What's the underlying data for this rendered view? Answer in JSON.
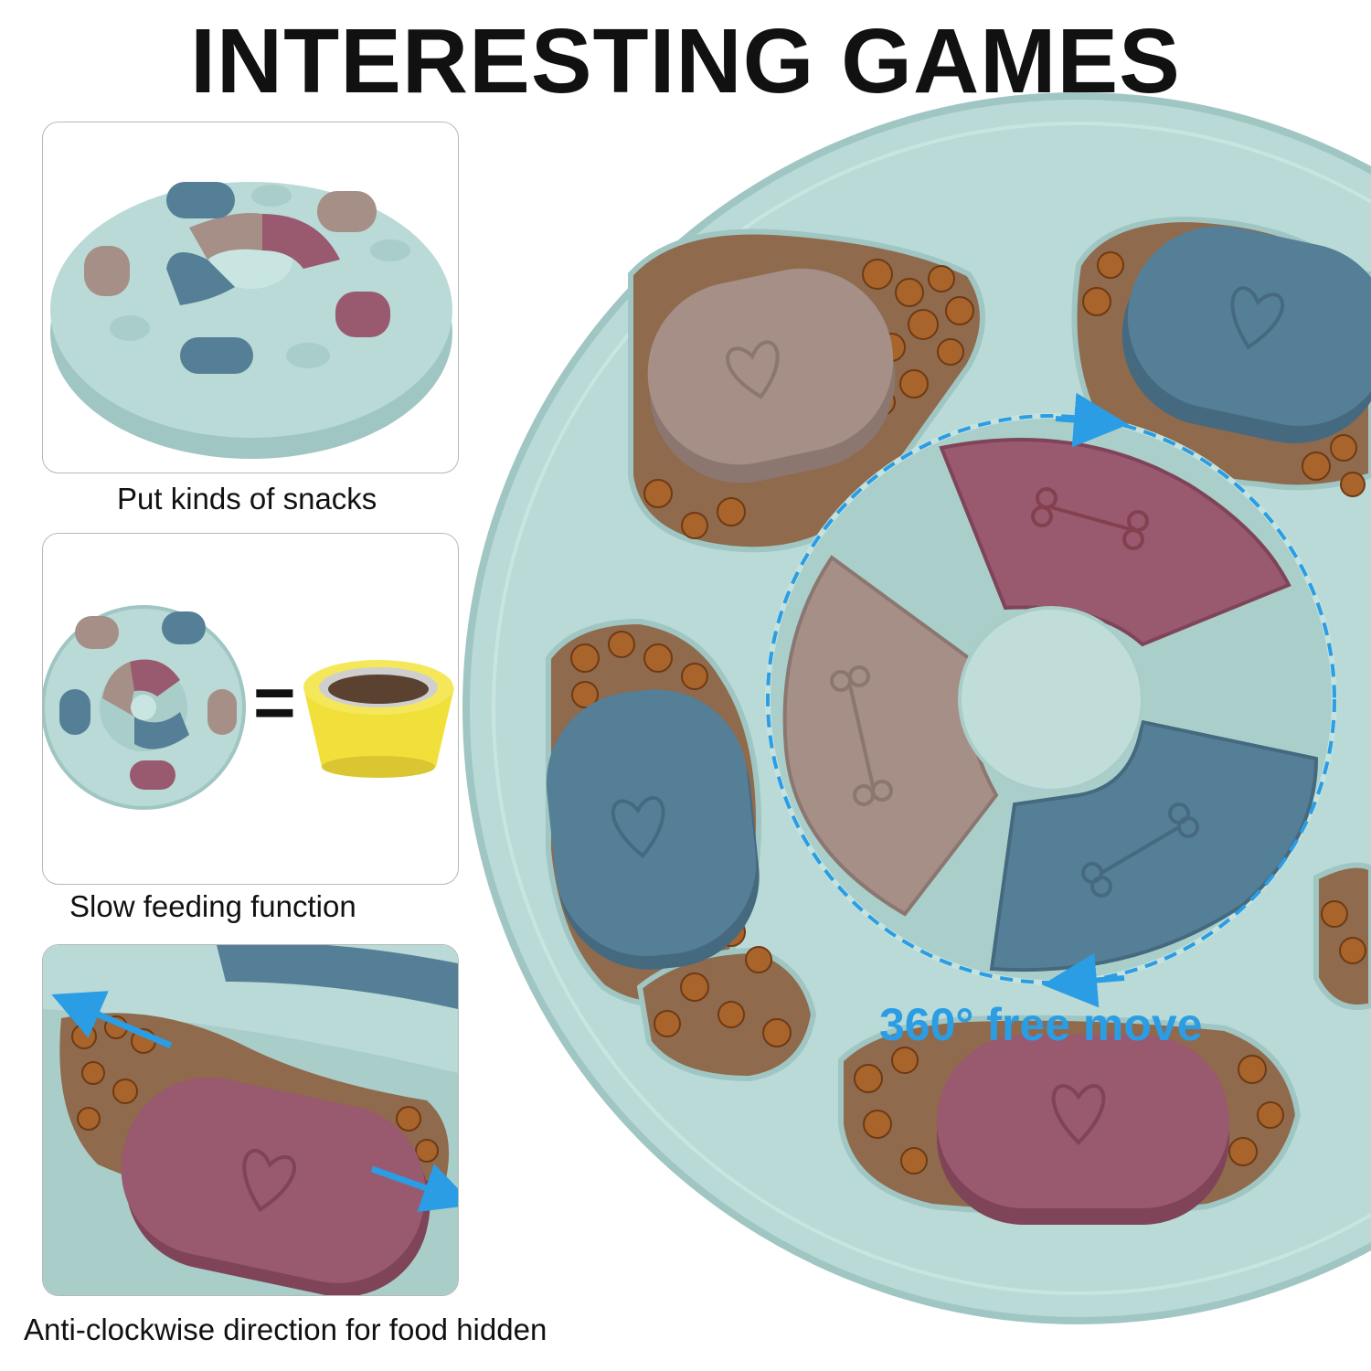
{
  "title": "INTERESTING GAMES",
  "panels": [
    {
      "caption": "Put kinds of snacks"
    },
    {
      "caption": "Slow feeding function",
      "equals": "="
    },
    {
      "caption": "Anti-clockwise direction for food hidden"
    }
  ],
  "main": {
    "rotation_label": "360° free move"
  },
  "colors": {
    "tray": "#b9dad6",
    "tray_edge": "#9fc6c2",
    "brown_lid": "#a58f87",
    "blue_lid": "#557f96",
    "pink_lid": "#99596e",
    "kibble": "#8a4a1c",
    "arrow": "#2a9de4",
    "bowl": "#f2e03a"
  }
}
